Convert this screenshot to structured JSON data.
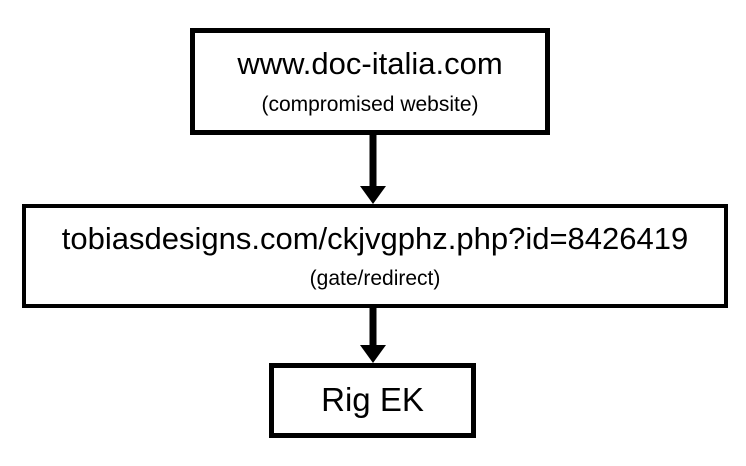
{
  "diagram": {
    "title": "infection-chain-flow",
    "colors": {
      "background": "#ffffff",
      "border": "#000000",
      "text": "#000000",
      "arrow": "#000000"
    },
    "nodes": [
      {
        "id": "compromised-website",
        "title": "www.doc-italia.com",
        "subtitle": "(compromised website)"
      },
      {
        "id": "gate-redirect",
        "title": "tobiasdesigns.com/ckjvgphz.php?id=8426419",
        "subtitle": "(gate/redirect)"
      },
      {
        "id": "exploit-kit",
        "title": "Rig EK",
        "subtitle": ""
      }
    ],
    "edges": [
      {
        "from": "compromised-website",
        "to": "gate-redirect",
        "direction": "down"
      },
      {
        "from": "gate-redirect",
        "to": "exploit-kit",
        "direction": "down"
      }
    ]
  }
}
